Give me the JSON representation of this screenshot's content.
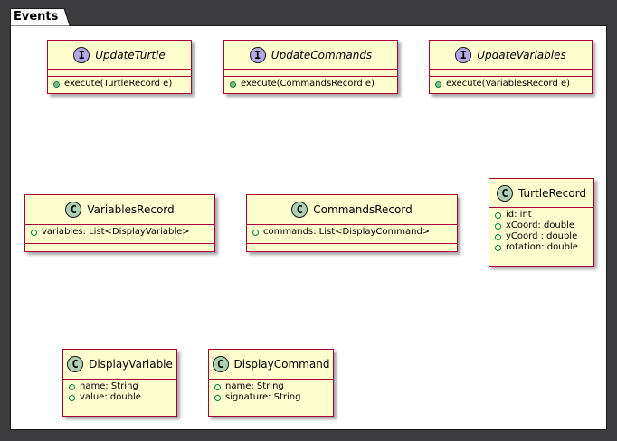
{
  "package": {
    "name": "Events"
  },
  "classes": [
    {
      "id": "UpdateTurtle",
      "kind": "interface",
      "glyph": "I",
      "name": "UpdateTurtle",
      "fields": [],
      "methods": [
        "execute(TurtleRecord e)"
      ]
    },
    {
      "id": "UpdateCommands",
      "kind": "interface",
      "glyph": "I",
      "name": "UpdateCommands",
      "fields": [],
      "methods": [
        "execute(CommandsRecord e)"
      ]
    },
    {
      "id": "UpdateVariables",
      "kind": "interface",
      "glyph": "I",
      "name": "UpdateVariables",
      "fields": [],
      "methods": [
        "execute(VariablesRecord e)"
      ]
    },
    {
      "id": "VariablesRecord",
      "kind": "class",
      "glyph": "C",
      "name": "VariablesRecord",
      "fields": [
        "variables: List<DisplayVariable>"
      ],
      "methods": []
    },
    {
      "id": "CommandsRecord",
      "kind": "class",
      "glyph": "C",
      "name": "CommandsRecord",
      "fields": [
        "commands: List<DisplayCommand>"
      ],
      "methods": []
    },
    {
      "id": "TurtleRecord",
      "kind": "class",
      "glyph": "C",
      "name": "TurtleRecord",
      "fields": [
        "id: int",
        "xCoord: double",
        "yCoord : double",
        "rotation: double"
      ],
      "methods": []
    },
    {
      "id": "DisplayVariable",
      "kind": "class",
      "glyph": "C",
      "name": "DisplayVariable",
      "fields": [
        "name: String",
        "value: double"
      ],
      "methods": []
    },
    {
      "id": "DisplayCommand",
      "kind": "class",
      "glyph": "C",
      "name": "DisplayCommand",
      "fields": [
        "name: String",
        "signature: String"
      ],
      "methods": []
    }
  ],
  "colors": {
    "class_fill": "#fefece",
    "class_border": "#a80036",
    "interface_glyph": "#b4a7e5",
    "class_glyph": "#add1b2",
    "public_member": "#84be84"
  }
}
